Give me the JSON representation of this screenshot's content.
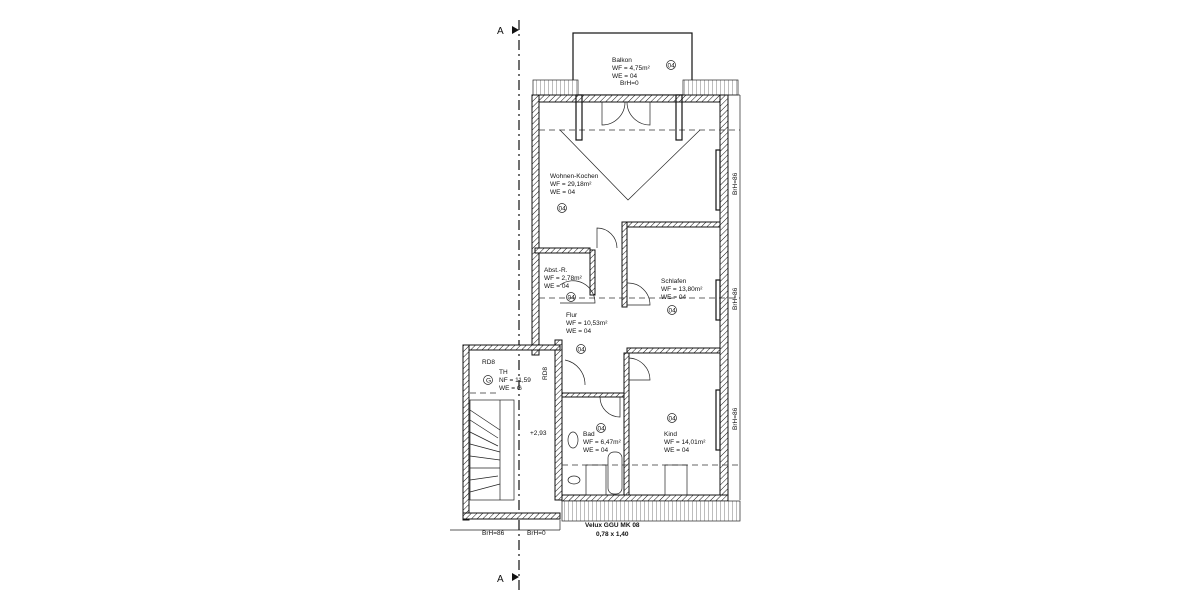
{
  "section_marks": {
    "top": "A",
    "bottom": "A"
  },
  "rooms": [
    {
      "name": "Balkon",
      "wf": "WF = 4,75m²",
      "we": "WE = 04",
      "extra": "BrH=0",
      "unit": "04"
    },
    {
      "name": "Wohnen-Kochen",
      "wf": "WF = 29,18m²",
      "we": "WE = 04",
      "unit": "04"
    },
    {
      "name": "Abst.-R.",
      "wf": "WF = 2,78m²",
      "we": "WE = 04",
      "unit": "04"
    },
    {
      "name": "Schlafen",
      "wf": "WF = 13,80m²",
      "we": "WE = 04",
      "unit": "04"
    },
    {
      "name": "Flur",
      "wf": "WF = 10,53m²",
      "we": "WE = 04",
      "unit": "04"
    },
    {
      "name": "Bad",
      "wf": "WF = 6,47m²",
      "we": "WE = 04",
      "unit": "04"
    },
    {
      "name": "Kind",
      "wf": "WF = 14,01m²",
      "we": "WE = 04",
      "unit": "04"
    },
    {
      "name": "TH",
      "wf": "NF = 11,59",
      "we": "WE = G",
      "unit": "G"
    }
  ],
  "annotations": {
    "brh_right": [
      "BrH=86",
      "BrH=86",
      "BrH=86"
    ],
    "brh_bottom": [
      "BrH=86",
      "BrH=0"
    ],
    "rd8": [
      "RD8",
      "RD8"
    ],
    "level": "+2,93",
    "velux_name": "Velux GGU MK 08",
    "velux_size": "0,78 x 1,40"
  }
}
